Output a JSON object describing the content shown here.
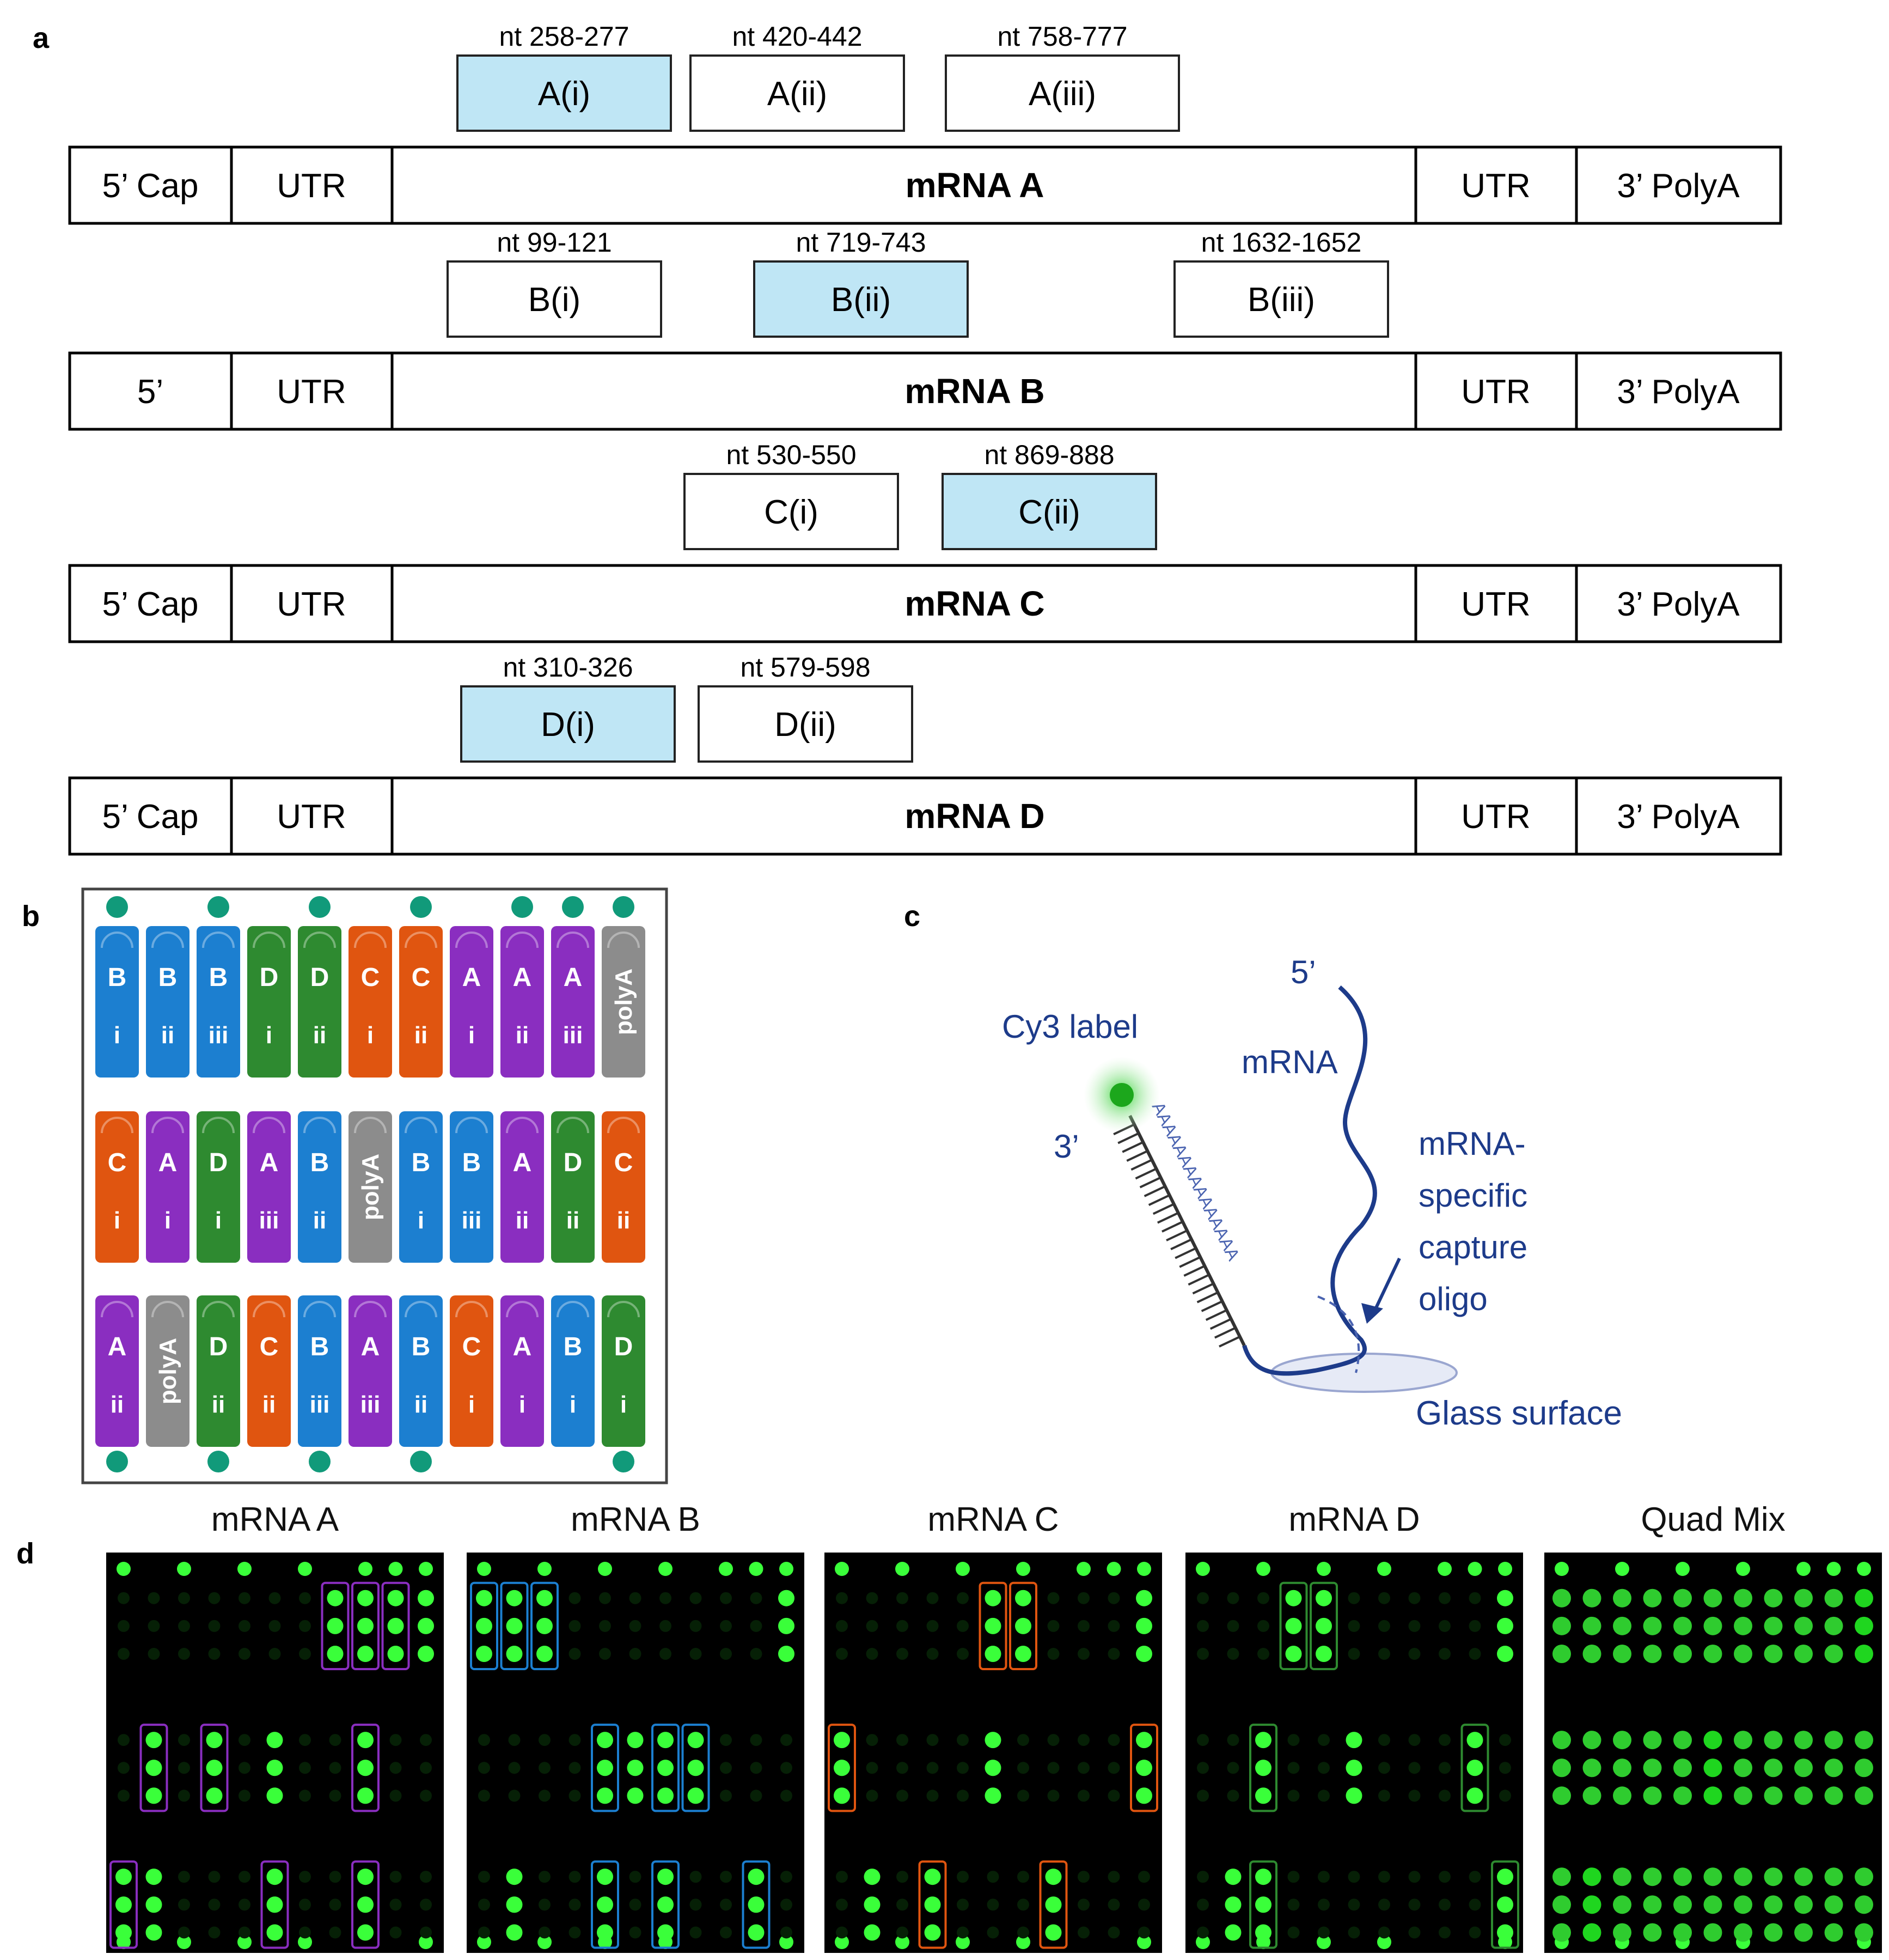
{
  "panel_labels": {
    "a": "a",
    "b": "b",
    "c": "c",
    "d": "d"
  },
  "colors": {
    "highlight": "#bfe6f5",
    "A": "#8a2ec0",
    "B": "#1c7fd0",
    "C": "#e05510",
    "D": "#2e8a30",
    "polyA": "#8c8c8c",
    "fiducial": "#119a7a",
    "spot": "#3aff3a",
    "diagram": "#1d3b8a"
  },
  "panel_a": {
    "mrnas": [
      {
        "id": "A",
        "name": "mRNA A",
        "left": "5’ Cap",
        "utr": "UTR",
        "utr3": "UTR",
        "right": "3’ PolyA",
        "probes": [
          {
            "label": "A(i)",
            "nt": "nt 258-277",
            "highlight": true
          },
          {
            "label": "A(ii)",
            "nt": "nt 420-442",
            "highlight": false
          },
          {
            "label": "A(iii)",
            "nt": "nt 758-777",
            "highlight": false
          }
        ]
      },
      {
        "id": "B",
        "name": "mRNA B",
        "left": "5’",
        "utr": "UTR",
        "utr3": "UTR",
        "right": "3’ PolyA",
        "probes": [
          {
            "label": "B(i)",
            "nt": "nt 99-121",
            "highlight": false
          },
          {
            "label": "B(ii)",
            "nt": "nt 719-743",
            "highlight": true
          },
          {
            "label": "B(iii)",
            "nt": "nt 1632-1652",
            "highlight": false
          }
        ]
      },
      {
        "id": "C",
        "name": "mRNA C",
        "left": "5’ Cap",
        "utr": "UTR",
        "utr3": "UTR",
        "right": "3’ PolyA",
        "probes": [
          {
            "label": "C(i)",
            "nt": "nt 530-550",
            "highlight": false
          },
          {
            "label": "C(ii)",
            "nt": "nt 869-888",
            "highlight": true
          }
        ]
      },
      {
        "id": "D",
        "name": "mRNA D",
        "left": "5’ Cap",
        "utr": "UTR",
        "utr3": "UTR",
        "right": "3’ PolyA",
        "probes": [
          {
            "label": "D(i)",
            "nt": "nt 310-326",
            "highlight": true
          },
          {
            "label": "D(ii)",
            "nt": "nt 579-598",
            "highlight": false
          }
        ]
      }
    ]
  },
  "panel_b": {
    "fiducials_top": [
      0,
      2,
      4,
      6,
      8,
      9,
      10
    ],
    "fiducials_bottom": [
      0,
      2,
      4,
      6,
      10
    ],
    "rows": [
      [
        {
          "g": "B",
          "s": "i"
        },
        {
          "g": "B",
          "s": "ii"
        },
        {
          "g": "B",
          "s": "iii"
        },
        {
          "g": "D",
          "s": "i"
        },
        {
          "g": "D",
          "s": "ii"
        },
        {
          "g": "C",
          "s": "i"
        },
        {
          "g": "C",
          "s": "ii"
        },
        {
          "g": "A",
          "s": "i"
        },
        {
          "g": "A",
          "s": "ii"
        },
        {
          "g": "A",
          "s": "iii"
        },
        {
          "g": "polyA",
          "s": "polyA"
        }
      ],
      [
        {
          "g": "C",
          "s": "i"
        },
        {
          "g": "A",
          "s": "i"
        },
        {
          "g": "D",
          "s": "i"
        },
        {
          "g": "A",
          "s": "iii"
        },
        {
          "g": "B",
          "s": "ii"
        },
        {
          "g": "polyA",
          "s": "polyA"
        },
        {
          "g": "B",
          "s": "i"
        },
        {
          "g": "B",
          "s": "iii"
        },
        {
          "g": "A",
          "s": "ii"
        },
        {
          "g": "D",
          "s": "ii"
        },
        {
          "g": "C",
          "s": "ii"
        }
      ],
      [
        {
          "g": "A",
          "s": "ii"
        },
        {
          "g": "polyA",
          "s": "polyA"
        },
        {
          "g": "D",
          "s": "ii"
        },
        {
          "g": "C",
          "s": "ii"
        },
        {
          "g": "B",
          "s": "iii"
        },
        {
          "g": "A",
          "s": "iii"
        },
        {
          "g": "B",
          "s": "ii"
        },
        {
          "g": "C",
          "s": "i"
        },
        {
          "g": "A",
          "s": "i"
        },
        {
          "g": "B",
          "s": "i"
        },
        {
          "g": "D",
          "s": "i"
        }
      ]
    ]
  },
  "panel_c": {
    "five_prime": "5’",
    "mrna": "mRNA",
    "cy3": "Cy3 label",
    "three_prime": "3’",
    "capture_lines": [
      "mRNA-",
      "specific",
      "capture",
      "oligo"
    ],
    "glass": "Glass surface",
    "polyA_seq": "AAAAAAAAAAAAAAA"
  },
  "panel_d": {
    "images": [
      {
        "title": "mRNA A",
        "target": "A"
      },
      {
        "title": "mRNA B",
        "target": "B"
      },
      {
        "title": "mRNA C",
        "target": "C"
      },
      {
        "title": "mRNA D",
        "target": "D"
      },
      {
        "title": "Quad Mix",
        "target": "all"
      }
    ]
  }
}
